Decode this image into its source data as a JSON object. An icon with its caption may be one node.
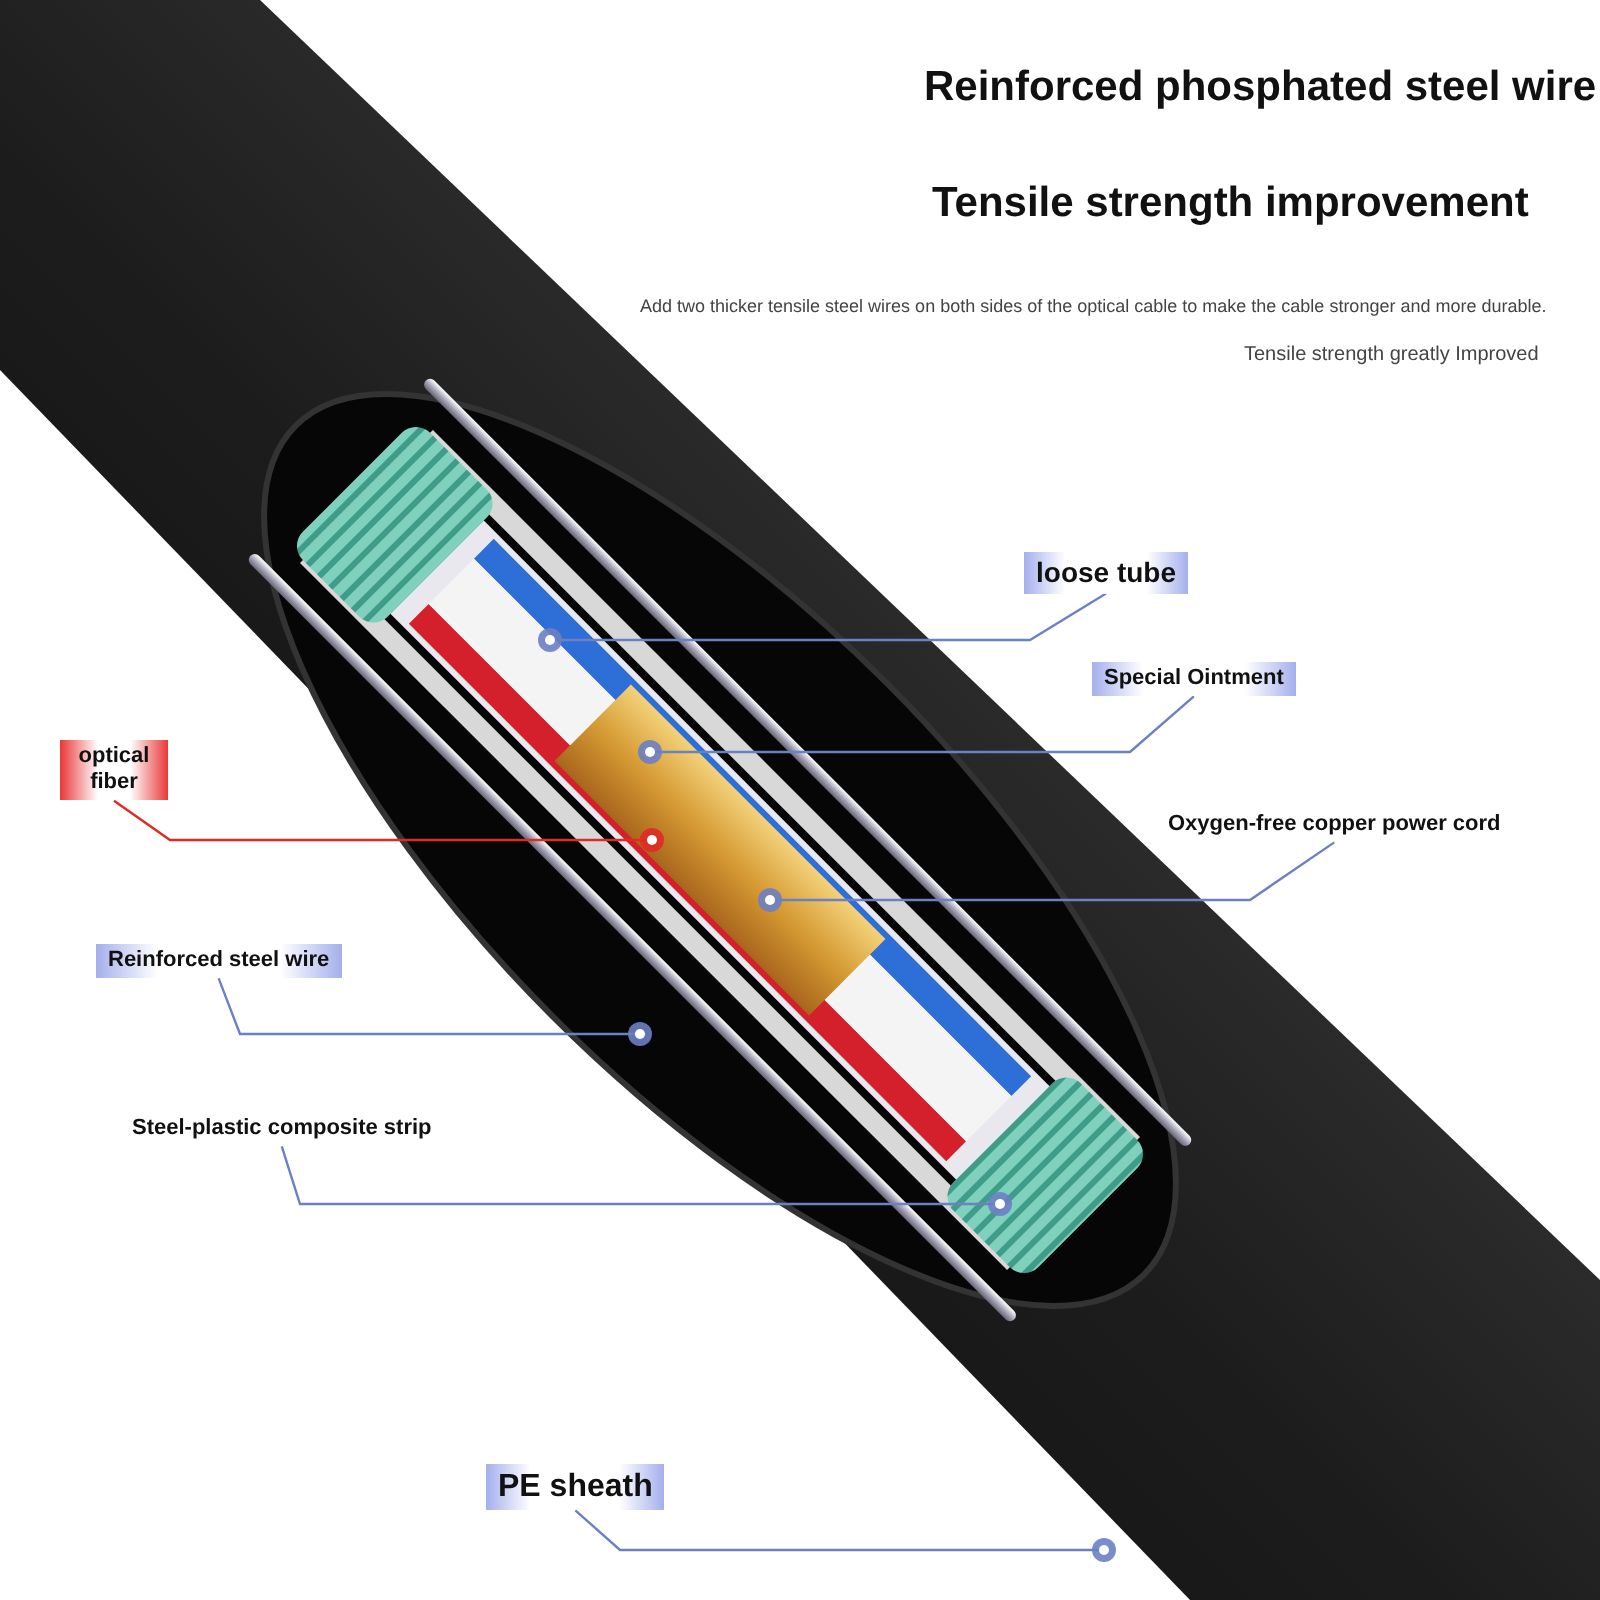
{
  "diagram": {
    "title": "Reinforced phosphated steel wire",
    "nodes": [
      {
        "text": [
          "loose tube"
        ]
      },
      {
        "text": [
          "Special Ointment"
        ]
      },
      {
        "text": [
          "optical fiber"
        ]
      },
      {
        "text": [
          "Oxygen-free copper power cord"
        ]
      },
      {
        "text": [
          "Reinforced steel wire"
        ]
      },
      {
        "text": [
          "Steel-plastic composite strip"
        ]
      },
      {
        "text": [
          "PE sheath"
        ]
      }
    ],
    "edges": [
      {
        "from": 0,
        "to": null,
        "arrow": "other"
      },
      {
        "from": 1,
        "to": null,
        "arrow": "other"
      },
      {
        "from": 2,
        "to": null,
        "arrow": "other",
        "color": "#e02a24"
      },
      {
        "from": 3,
        "to": null,
        "arrow": "other"
      },
      {
        "from": 4,
        "to": null,
        "arrow": "other"
      },
      {
        "from": 5,
        "to": null,
        "arrow": "other"
      },
      {
        "from": 6,
        "to": null,
        "arrow": "other"
      }
    ],
    "labels": [
      "Tensile strength improvement",
      "Add two thicker tensile steel wires on both sides of the optical cable to make the cable stronger and more durable.",
      "Tensile strength greatly Improved"
    ]
  }
}
